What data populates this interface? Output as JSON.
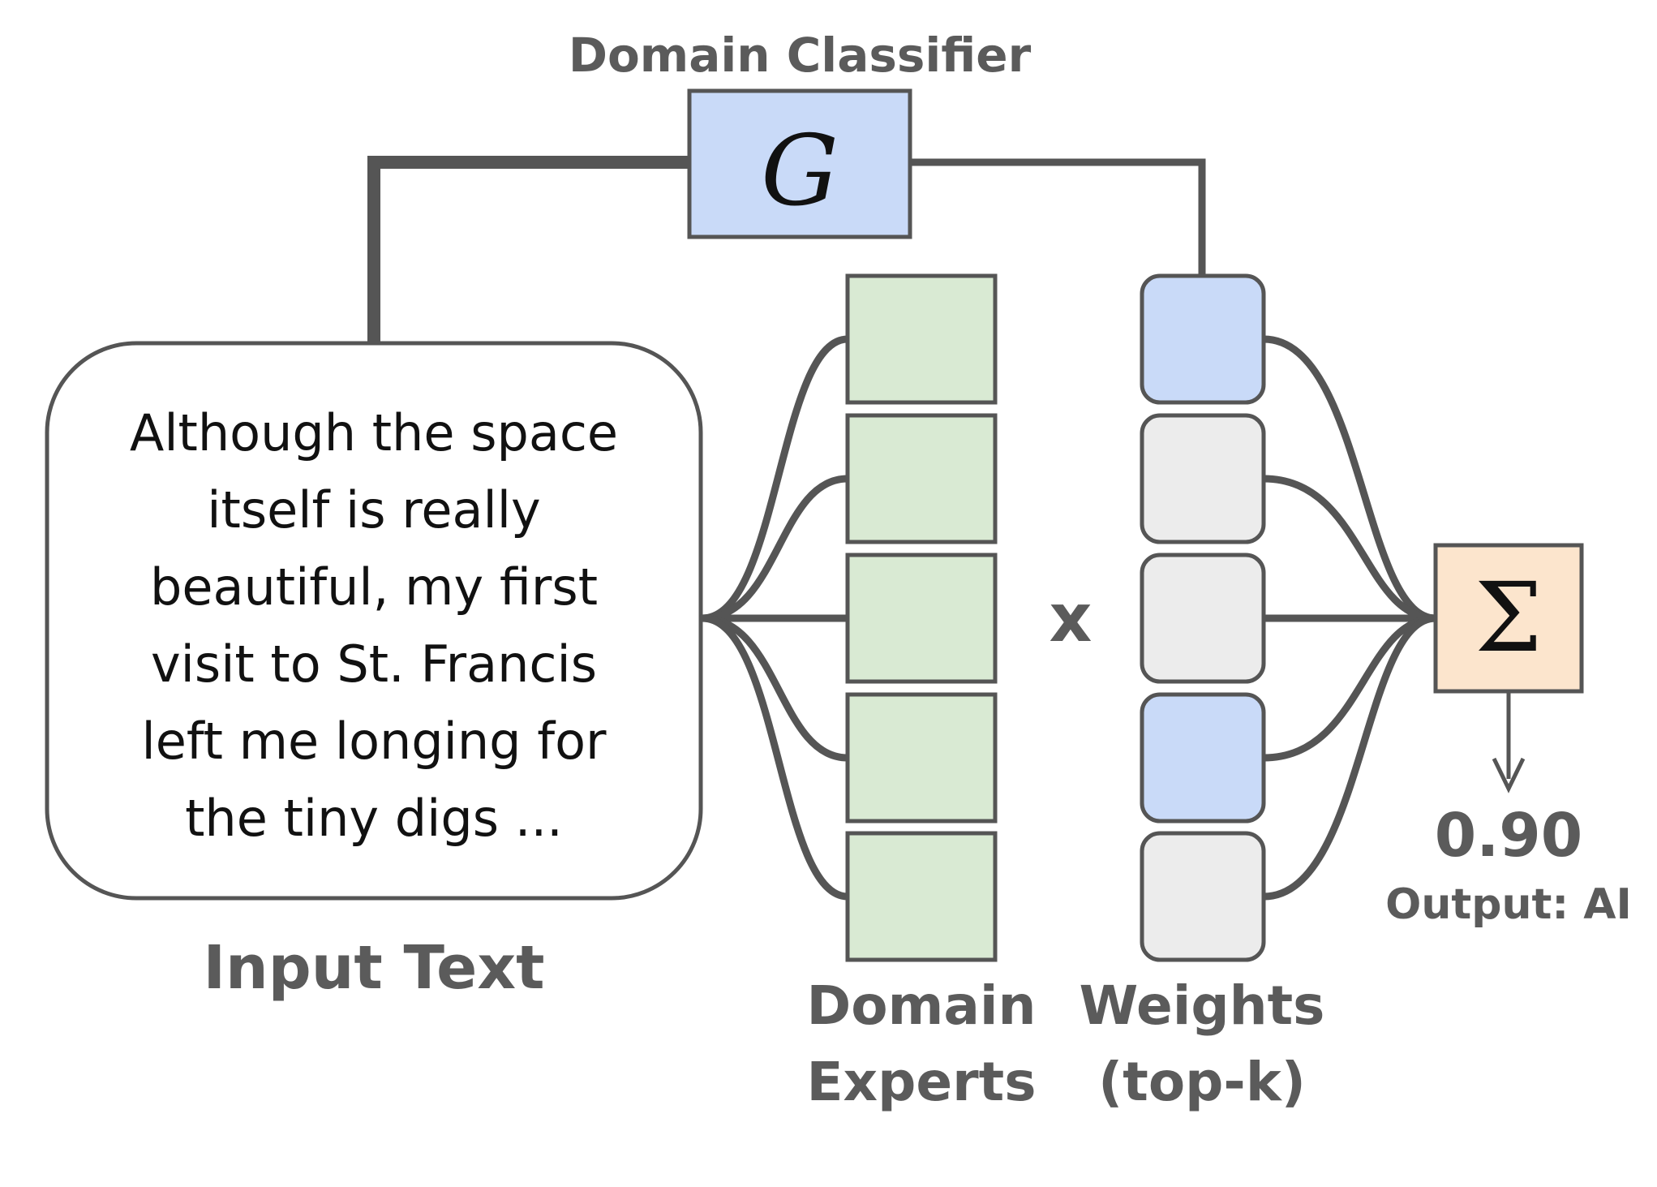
{
  "classifier": {
    "title": "Domain Classifier",
    "symbol": "G",
    "fill": "#c9daf8"
  },
  "input": {
    "lines": [
      "Although the space",
      "itself is really",
      "beautiful, my first",
      "visit to St. Francis",
      "left me longing for",
      "the tiny digs ..."
    ],
    "label": "Input Text"
  },
  "experts": {
    "count": 5,
    "label_lines": [
      "Domain",
      "Experts"
    ],
    "fill": "#d9ead3"
  },
  "multiply_symbol": "x",
  "weights": {
    "label_lines": [
      "Weights",
      "(top-k)"
    ],
    "selected_fill": "#c9daf8",
    "unselected_fill": "#ececec",
    "items": [
      {
        "selected": true
      },
      {
        "selected": false
      },
      {
        "selected": false
      },
      {
        "selected": true
      },
      {
        "selected": false
      }
    ]
  },
  "aggregator": {
    "symbol": "Σ",
    "fill": "#fce5cd"
  },
  "output": {
    "value": "0.90",
    "label": "Output: AI"
  }
}
